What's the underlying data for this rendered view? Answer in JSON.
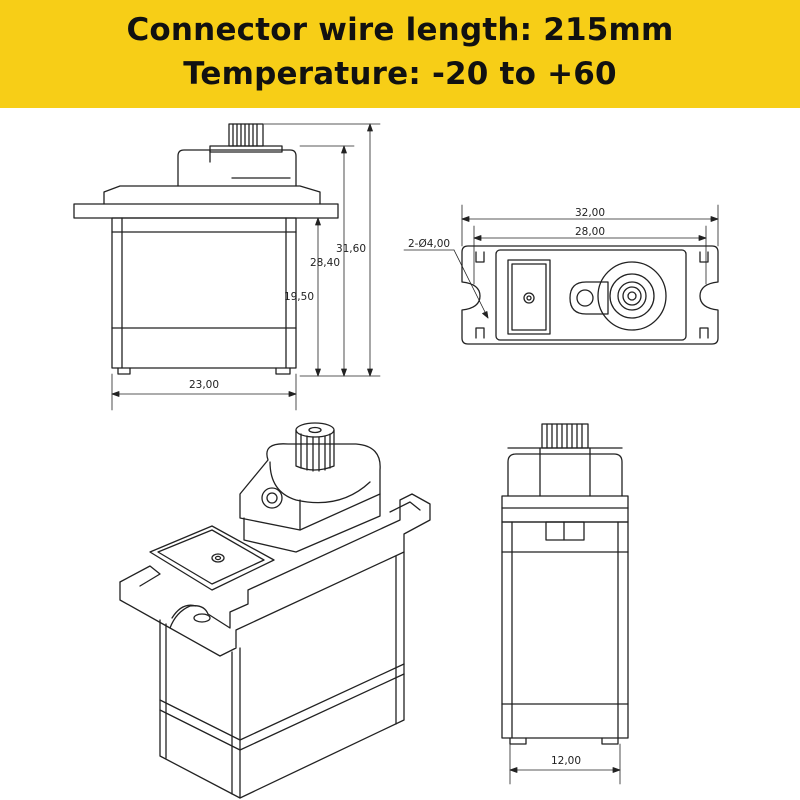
{
  "banner": {
    "line1": "Connector wire length: 215mm",
    "line2": "Temperature: -20  to +60",
    "background": "#f7ce17"
  },
  "drawing": {
    "line_color": "#222222",
    "front_view": {
      "width_label": "23,00",
      "height_total_label": "31,60",
      "height_mid_label": "28,40",
      "height_body_label": "19,50"
    },
    "top_view": {
      "outer_width_label": "32,00",
      "hole_spacing_label": "28,00",
      "hole_label": "2-Ø4,00"
    },
    "side_view": {
      "width_label": "12,00"
    }
  }
}
